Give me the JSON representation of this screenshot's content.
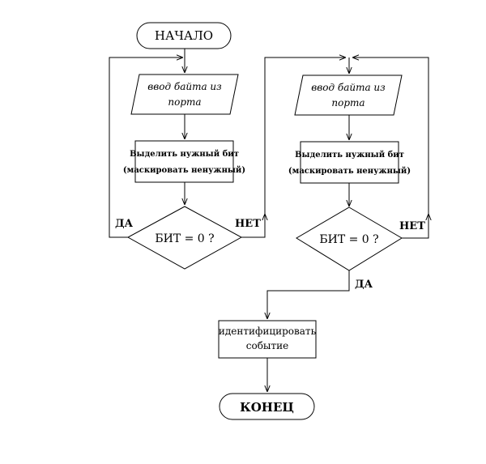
{
  "start_label": "НАЧАЛО",
  "input_line1": "ввод байта из",
  "input_line2": "порта",
  "process_line1": "Выделить нужный бит",
  "process_line2": "(маскировать ненужный)",
  "decision_label": "БИТ = 0 ?",
  "yes_label": "ДА",
  "no_label": "НЕТ",
  "event_line1": "идентифицировать",
  "event_line2": "событие",
  "end_label": "КОНЕЦ"
}
